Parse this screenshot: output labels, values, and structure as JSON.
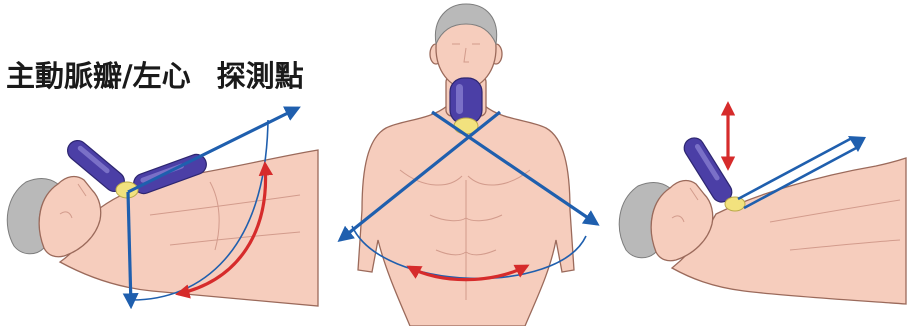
{
  "caption": {
    "part1": "主動脈瓣/左心",
    "part2": "探測點"
  },
  "colors": {
    "skin": "#f6cdbd",
    "outline": "#9b6a5b",
    "hair": "#b9b9b9",
    "probe": "#4b3fa6",
    "probe_light": "#8f86d6",
    "tip": "#f2e27e",
    "blue": "#1f5fae",
    "red": "#d62b2b"
  },
  "panels": [
    {
      "name": "supine-side-view-left",
      "icon": "ultrasound-probe-icon"
    },
    {
      "name": "frontal-view-center",
      "icon": "ultrasound-probe-icon"
    },
    {
      "name": "supine-side-view-right",
      "icon": "ultrasound-probe-icon"
    }
  ]
}
